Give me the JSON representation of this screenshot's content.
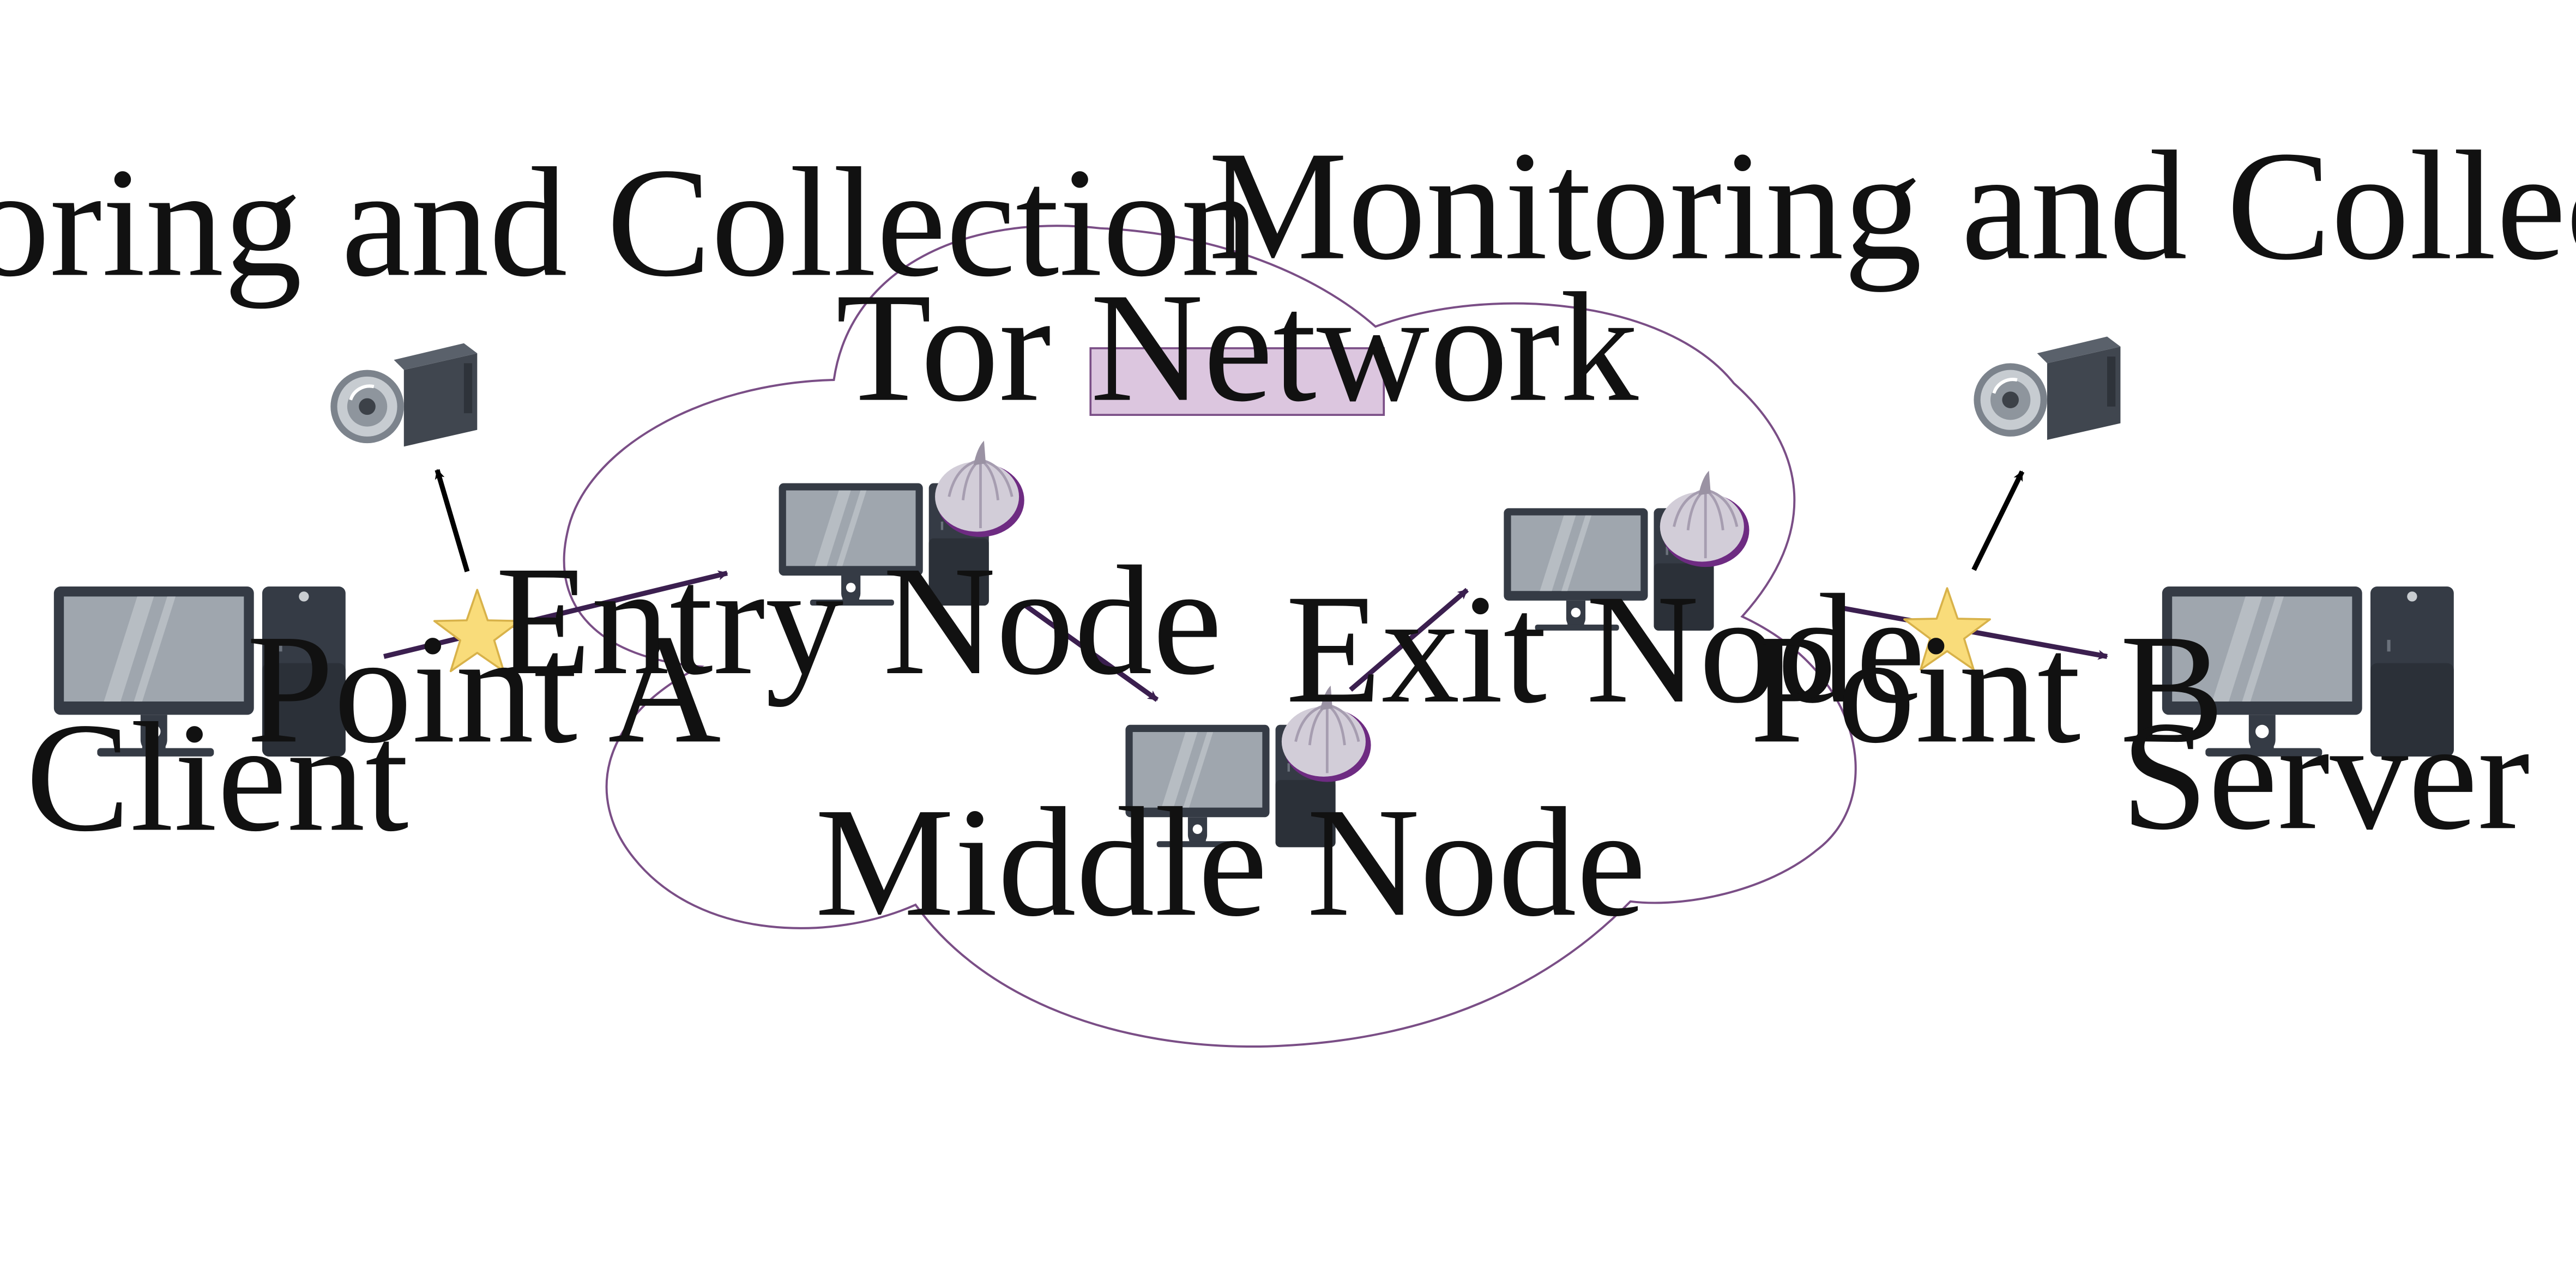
{
  "network": {
    "title": "Tor Network",
    "title_bg": "#DCC6DF",
    "outline_color": "#7A4E86"
  },
  "nodes": {
    "client": "Client",
    "entry": "Entry Node",
    "middle": "Middle Node",
    "exit": "Exit Node",
    "server": "Server"
  },
  "points": {
    "a": "Point A",
    "b": "Point B"
  },
  "monitoring": {
    "left": "Monitoring and Collection",
    "right": "Monitoring and Collection"
  },
  "icons": {
    "computer": "desktop-computer-icon",
    "onion": "tor-onion-icon",
    "camera": "surveillance-camera-icon",
    "star": "star-icon"
  },
  "colors": {
    "flow_arrow": "#3B1F4F",
    "monitor_arrow": "#000000",
    "star_fill": "#F9DC7A",
    "star_stroke": "#D8B24A",
    "device_dark": "#353B45",
    "screen": "#9FA6AE"
  }
}
